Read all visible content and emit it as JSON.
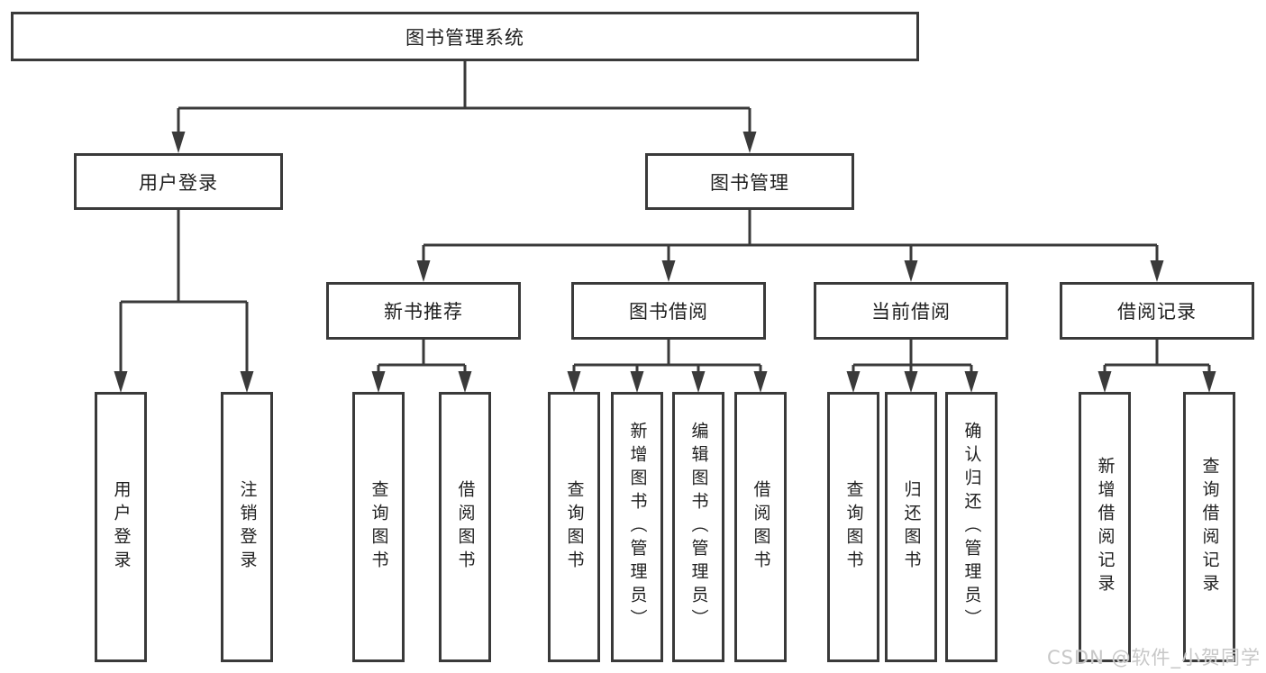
{
  "diagram": {
    "root": {
      "label": "图书管理系统"
    },
    "branches": [
      {
        "label": "用户登录",
        "children": [
          {
            "label": "用户登录"
          },
          {
            "label": "注销登录"
          }
        ]
      },
      {
        "label": "图书管理",
        "children": [
          {
            "label": "新书推荐",
            "children": [
              {
                "label": "查询图书"
              },
              {
                "label": "借阅图书"
              }
            ]
          },
          {
            "label": "图书借阅",
            "children": [
              {
                "label": "查询图书"
              },
              {
                "label": "新增图书（管理员）"
              },
              {
                "label": "编辑图书（管理员）"
              },
              {
                "label": "借阅图书"
              }
            ]
          },
          {
            "label": "当前借阅",
            "children": [
              {
                "label": "查询图书"
              },
              {
                "label": "归还图书"
              },
              {
                "label": "确认归还（管理员）"
              }
            ]
          },
          {
            "label": "借阅记录",
            "children": [
              {
                "label": "新增借阅记录"
              },
              {
                "label": "查询借阅记录"
              }
            ]
          }
        ]
      }
    ]
  },
  "colors": {
    "line": "#3a3a3a",
    "text": "#1f1f1f",
    "watermark": "#c7c7c7"
  },
  "watermark": {
    "text": "CSDN @软件_小贺同学"
  }
}
